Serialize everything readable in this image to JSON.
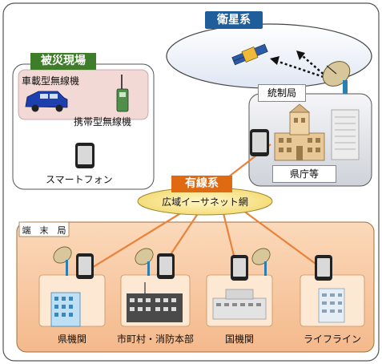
{
  "colors": {
    "satellite_tag": "#1f5e9a",
    "disaster_tag": "#3f7d2b",
    "wired_tag": "#e06a12",
    "wired_lines": "#e8833a",
    "terminal_panel": "#f7c9a3",
    "disaster_panel": "#f3d9d6"
  },
  "satellite": {
    "label": "衛星系"
  },
  "disaster_site": {
    "label": "被災現場",
    "vehicle_radio": "車載型無線機",
    "portable_radio": "携帯型無線機",
    "smartphone": "スマートフォン"
  },
  "control_station": {
    "label": "統制局",
    "office": "県庁等"
  },
  "wired": {
    "label": "有線系",
    "network": "広域イーサネット網"
  },
  "terminal_station": {
    "label": "端　末　局",
    "sites": [
      {
        "label": "県機関",
        "icon": "prefecture-building-icon"
      },
      {
        "label": "市町村・消防本部",
        "icon": "fire-department-building-icon"
      },
      {
        "label": "国機関",
        "icon": "national-facility-icon"
      },
      {
        "label": "ライフライン",
        "icon": "lifeline-building-icon"
      }
    ]
  }
}
